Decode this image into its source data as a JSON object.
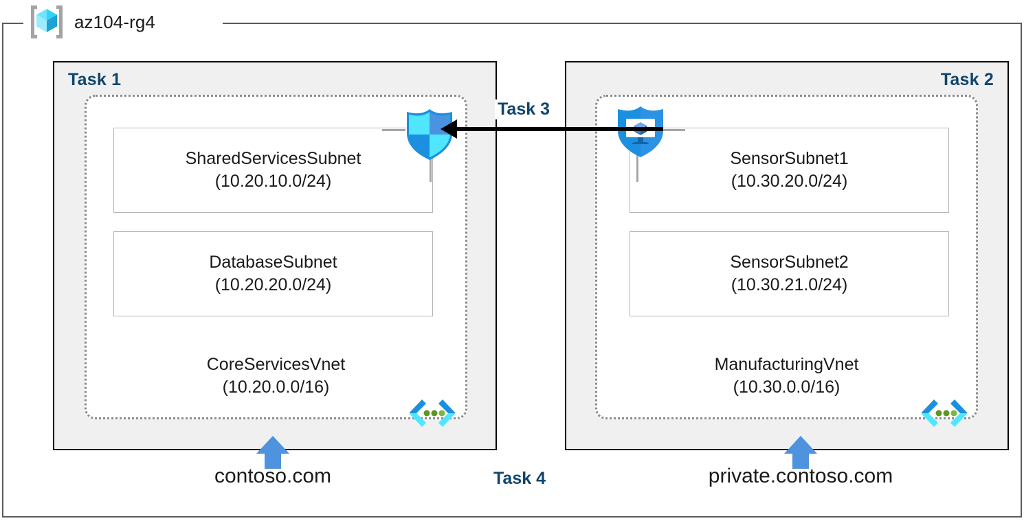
{
  "resource_group": {
    "name": "az104-rg4",
    "icon": "azure-resource-group-icon"
  },
  "tasks": {
    "task1_label": "Task 1",
    "task2_label": "Task 2",
    "task3_label": "Task 3",
    "task4_label": "Task 4"
  },
  "vnets": [
    {
      "id": "core-services-vnet",
      "name": "CoreServicesVnet",
      "cidr": "(10.20.0.0/16)",
      "icon": "virtual-network-icon",
      "subnets": [
        {
          "name": "SharedServicesSubnet",
          "cidr": "(10.20.10.0/24)"
        },
        {
          "name": "DatabaseSubnet",
          "cidr": "(10.20.20.0/24)"
        }
      ],
      "dns_zone": "contoso.com"
    },
    {
      "id": "manufacturing-vnet",
      "name": "ManufacturingVnet",
      "cidr": "(10.30.0.0/16)",
      "icon": "virtual-network-icon",
      "subnets": [
        {
          "name": "SensorSubnet1",
          "cidr": "(10.30.20.0/24)"
        },
        {
          "name": "SensorSubnet2",
          "cidr": "(10.30.21.0/24)"
        }
      ],
      "dns_zone": "private.contoso.com"
    }
  ],
  "icons": {
    "nsg": "network-security-group-shield-icon",
    "vm_protected": "virtual-machine-shield-icon",
    "vnet": "virtual-network-icon",
    "dns_arrow": "up-arrow-icon",
    "peering_arrow": "left-arrow-icon"
  },
  "colors": {
    "task_label": "#10456d",
    "box_fill": "#f0f0f0",
    "box_border": "#000000",
    "vnet_border": "#8a8a8a",
    "subnet_border": "#b4b4b4",
    "azure_blue": "#4a90e2",
    "azure_cyan": "#50e6ff",
    "arrow_black": "#000000"
  }
}
